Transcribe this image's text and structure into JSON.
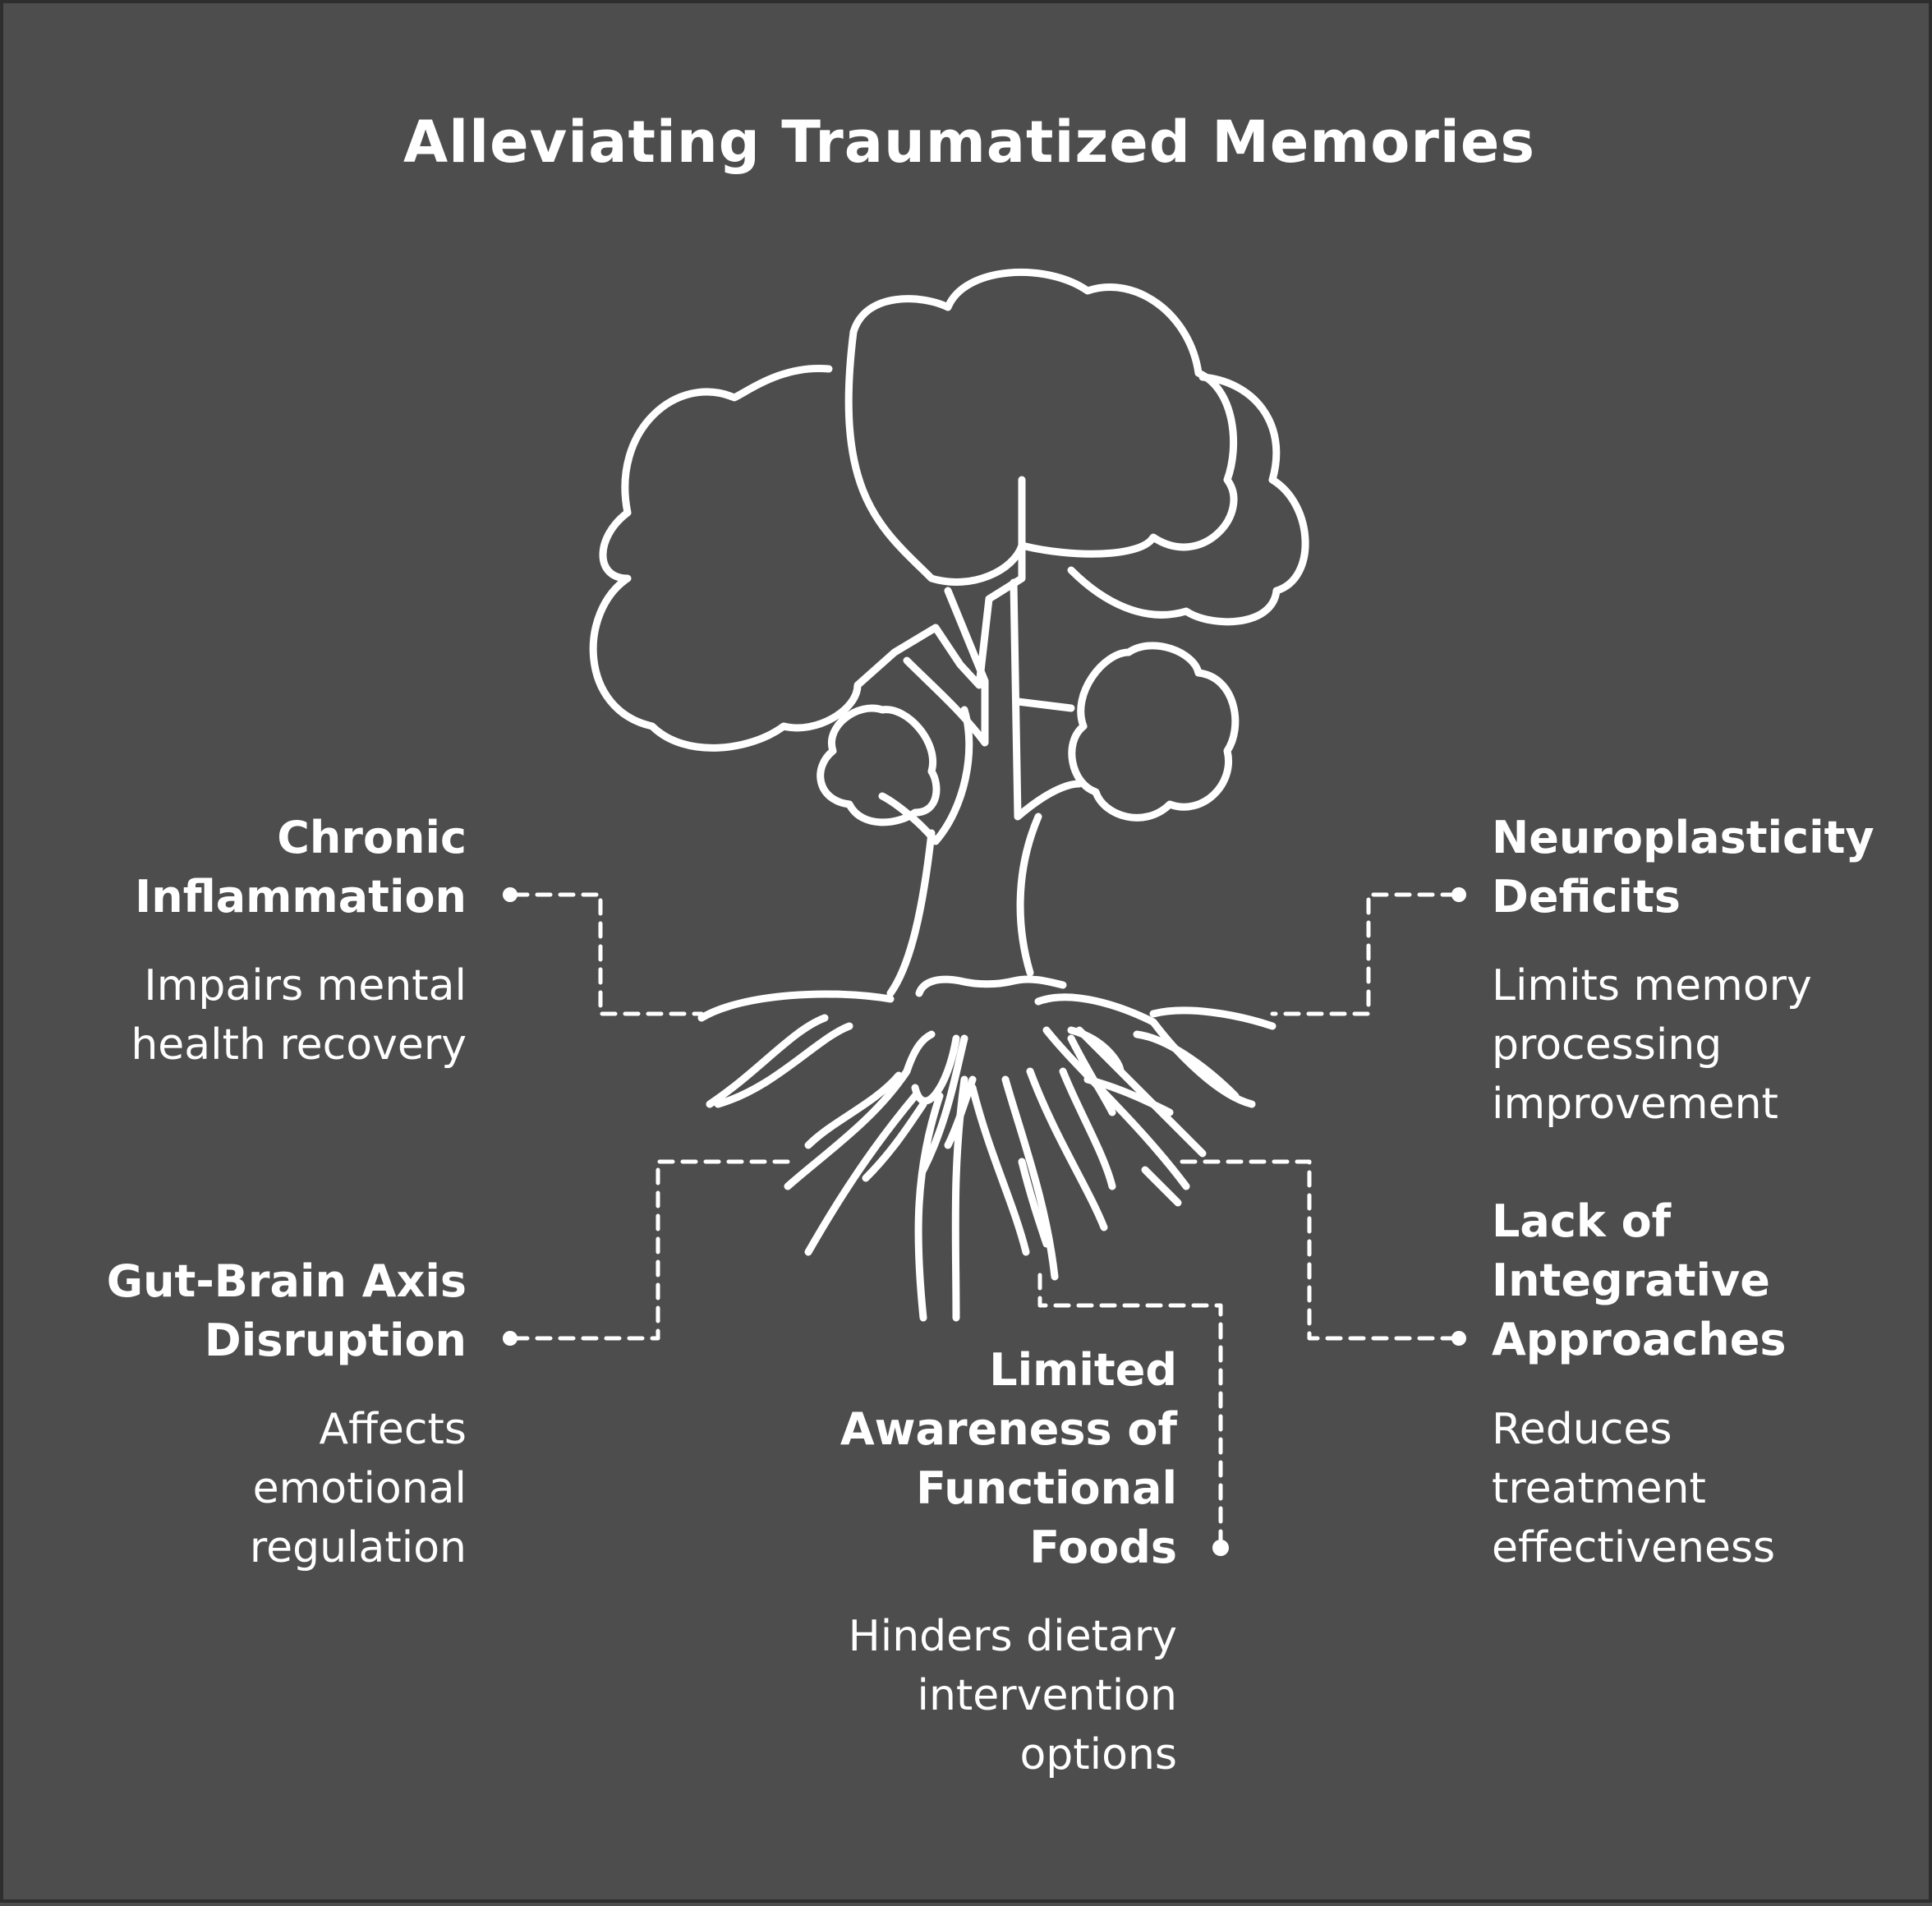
{
  "title": "Alleviating Traumatized Memories",
  "colors": {
    "background": "#4d4d4d",
    "stroke": "#ffffff",
    "border": "#2e2e2e"
  },
  "items": [
    {
      "id": "chronic-inflammation",
      "heading": [
        "Chronic",
        "Inflammation"
      ],
      "description": [
        "Impairs mental",
        "health recovery"
      ]
    },
    {
      "id": "gut-brain",
      "heading": [
        "Gut-Brain Axis",
        "Disruption"
      ],
      "description": [
        "Affects",
        "emotional",
        "regulation"
      ]
    },
    {
      "id": "limited-awareness",
      "heading": [
        "Limited",
        "Awareness of",
        "Functional",
        "Foods"
      ],
      "description": [
        "Hinders dietary",
        "intervention",
        "options"
      ]
    },
    {
      "id": "neuroplasticity",
      "heading": [
        "Neuroplasticity",
        "Deficits"
      ],
      "description": [
        "Limits memory",
        "processing",
        "improvement"
      ]
    },
    {
      "id": "integrative",
      "heading": [
        "Lack of",
        "Integrative",
        "Approaches"
      ],
      "description": [
        "Reduces",
        "treatment",
        "effectiveness"
      ]
    }
  ]
}
